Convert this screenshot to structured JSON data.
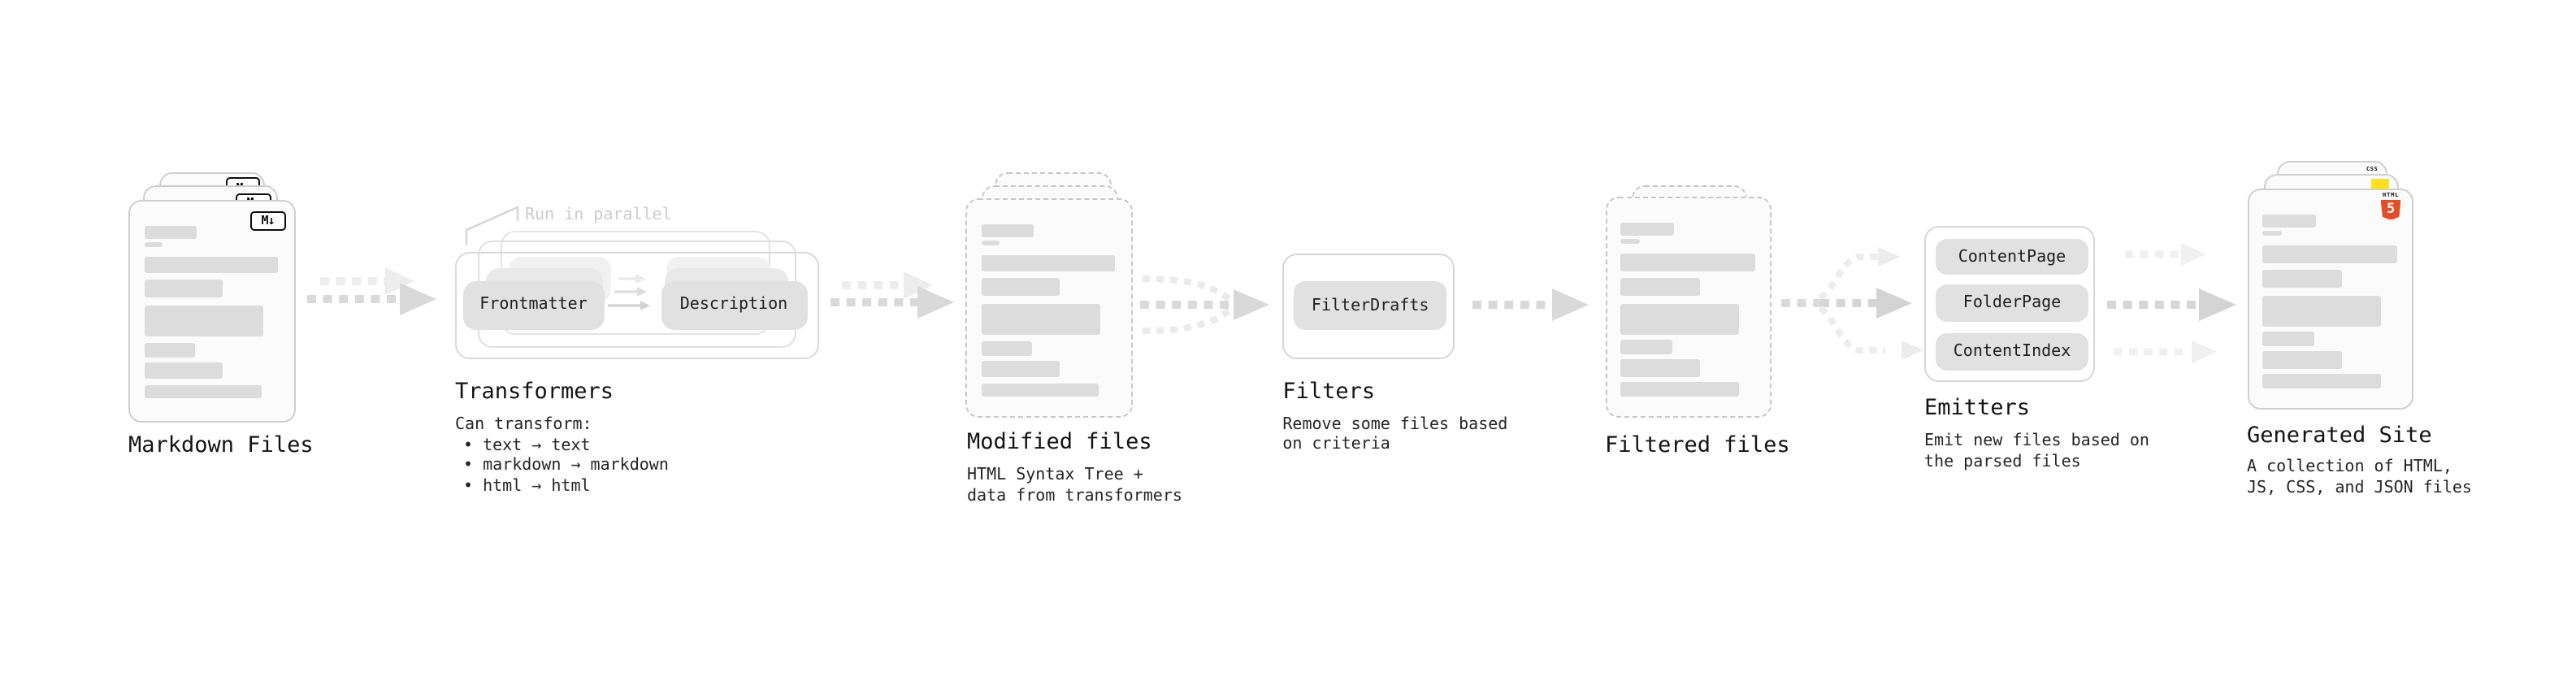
{
  "colors": {
    "html5_orange": "#e44d26",
    "js_yellow": "#ffe01a",
    "css_blue": "#2b6de8",
    "bar_gray": "#dcdcdc",
    "pill_gray": "#e1e1e1"
  },
  "stages": {
    "markdown": {
      "title": "Markdown Files",
      "badge": "M↓"
    },
    "transformers": {
      "title": "Transformers",
      "note": "Run in parallel",
      "pill_left": "Frontmatter",
      "pill_right": "Description",
      "desc_heading": "Can transform:",
      "bullets": [
        "• text → text",
        "• markdown → markdown",
        "• html → html"
      ]
    },
    "modified": {
      "title": "Modified files",
      "desc": "HTML Syntax Tree +\ndata from transformers"
    },
    "filters": {
      "title": "Filters",
      "pill": "FilterDrafts",
      "desc": "Remove some files based\non criteria"
    },
    "filtered": {
      "title": "Filtered files"
    },
    "emitters": {
      "title": "Emitters",
      "pills": [
        "ContentPage",
        "FolderPage",
        "ContentIndex"
      ],
      "desc": "Emit new files based on\nthe parsed files"
    },
    "site": {
      "title": "Generated Site",
      "desc": "A collection of HTML,\nJS, CSS, and JSON files",
      "badge_css": "CSS",
      "badge_html_label": "HTML",
      "badge_html_number": "5"
    }
  }
}
